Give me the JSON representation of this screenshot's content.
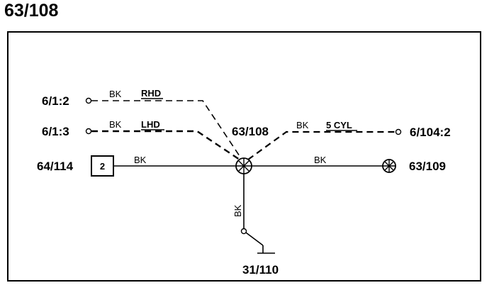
{
  "title": "63/108",
  "nodes": {
    "n612": "6/1:2",
    "n613": "6/1:3",
    "n64114": "64/114",
    "n63108": "63/108",
    "n6104": "6/104:2",
    "n63109": "63/109",
    "n31110": "31/110",
    "box_label": "2"
  },
  "wires": {
    "w1_color": "BK",
    "w1_tag": "RHD",
    "w2_color": "BK",
    "w2_tag": "LHD",
    "w3_color": "BK",
    "w3_tag": "5 CYL",
    "w4_color": "BK",
    "w5_color": "BK",
    "w6_color": "BK"
  }
}
